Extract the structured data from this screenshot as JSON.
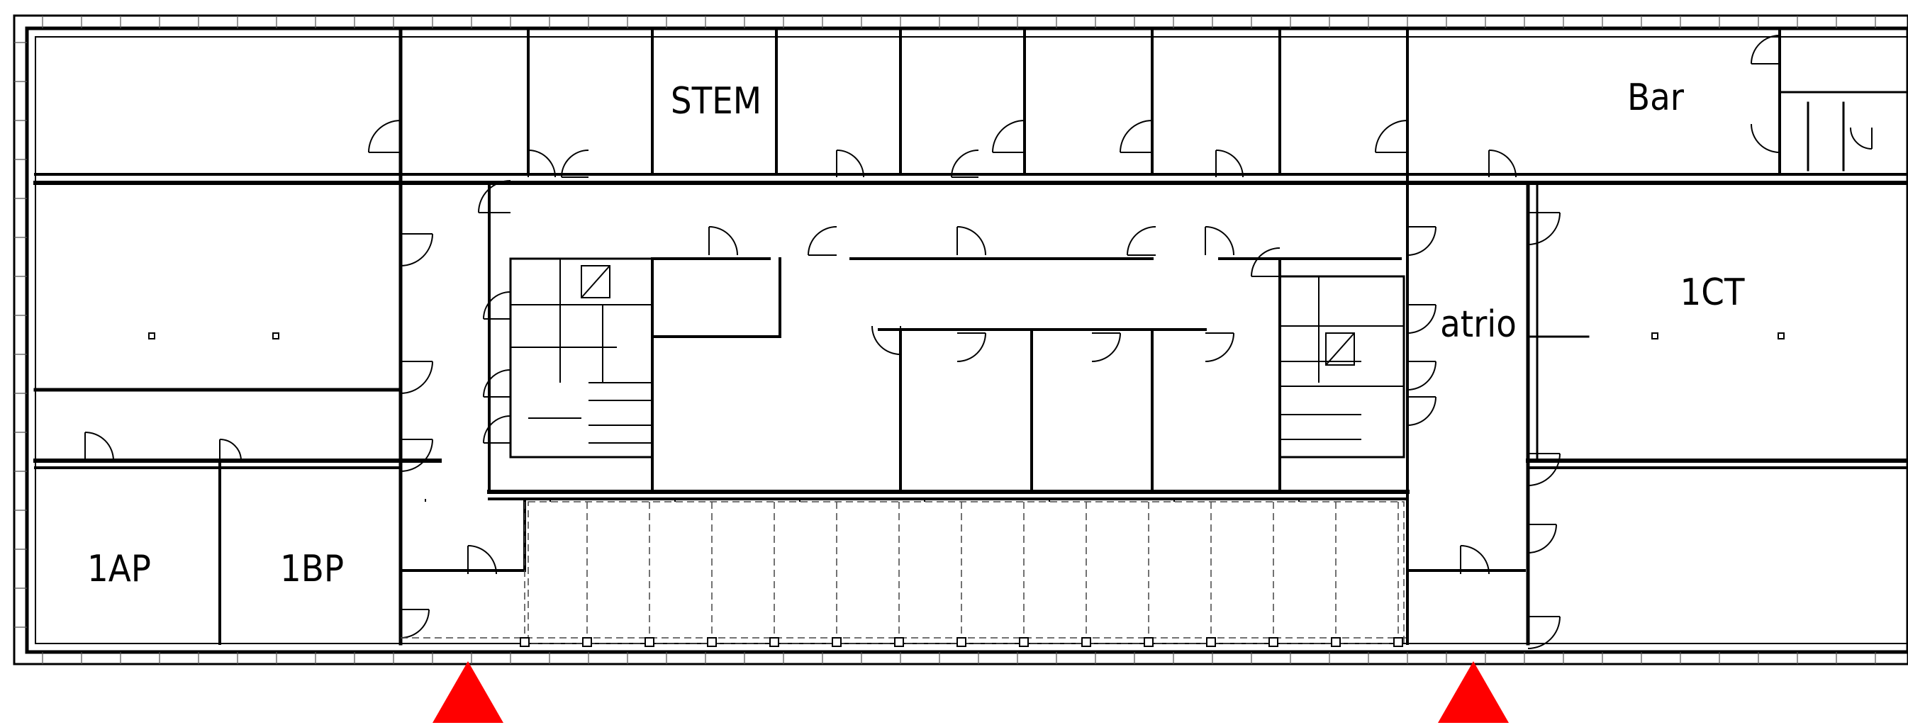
{
  "rooms": {
    "stem": "STEM",
    "bar": "Bar",
    "ct": "1CT",
    "atrio": "atrio",
    "ap": "1AP",
    "bp": "1BP"
  },
  "markers": {
    "entrance_color": "#ff0000",
    "icon": "triangle-marker-icon"
  }
}
